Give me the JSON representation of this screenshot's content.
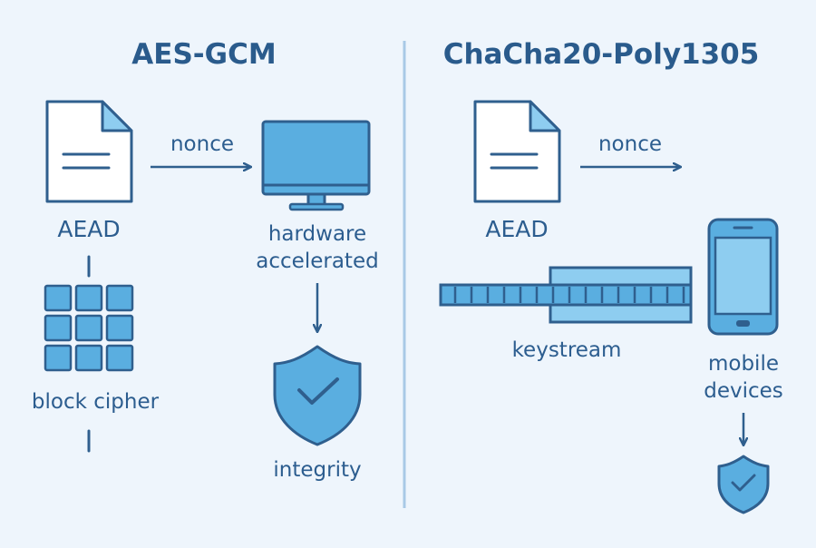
{
  "left_panel": {
    "title": "AES-GCM",
    "labels": {
      "aead": "AEAD",
      "nonce": "nonce",
      "hardware": "hardware accelerated",
      "block_cipher": "block cipher",
      "integrity": "integrity"
    }
  },
  "right_panel": {
    "title": "ChaCha20-Poly1305",
    "labels": {
      "aead": "AEAD",
      "nonce": "nonce",
      "keystream": "keystream",
      "mobile": "mobile devices"
    }
  },
  "colors": {
    "background": "#eef5fc",
    "ink": "#2f5f8e",
    "fill_blue": "#5aaee0",
    "fill_light": "#8ecdf0",
    "divider": "#a8c9e6"
  },
  "icons": [
    "document-icon",
    "monitor-icon",
    "shield-check-icon",
    "block-grid-icon",
    "keystream-bar-icon",
    "smartphone-icon"
  ]
}
